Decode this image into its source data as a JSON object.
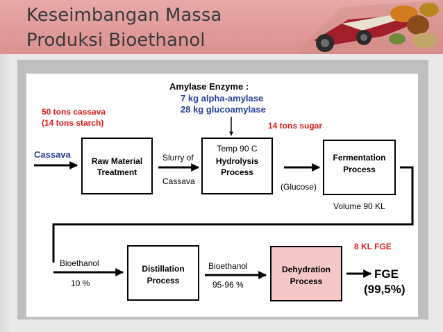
{
  "title": {
    "line1": "Keseimbangan Massa",
    "line2": "Produksi Bioethanol"
  },
  "diagram": {
    "enzyme": {
      "heading": "Amylase Enzyme :",
      "item1": "7 kg alpha-amylase",
      "item2": "28 kg glucoamylase"
    },
    "input": {
      "line1": "50 tons cassava",
      "line2": "(14 tons starch)",
      "label": "Cassava"
    },
    "raw_material": {
      "line1": "Raw Material",
      "line2": "Treatment"
    },
    "slurry": {
      "line1": "Slurry of",
      "line2": "Cassava"
    },
    "hydrolysis": {
      "temp": "Temp 90 C",
      "line1": "Hydrolysis",
      "line2": "Process"
    },
    "sugar": {
      "amount": "14 tons sugar",
      "note": "(Glucose)"
    },
    "fermentation": {
      "line1": "Fermentation",
      "line2": "Process",
      "volume": "Volume 90 KL"
    },
    "bioethanol1": {
      "label": "Bioethanol",
      "pct": "10 %"
    },
    "distillation": {
      "line1": "Distillation",
      "line2": "Process"
    },
    "bioethanol2": {
      "label": "Bioethanol",
      "pct": "95-96 %"
    },
    "dehydration": {
      "line1": "Dehydration",
      "line2": "Process"
    },
    "output": {
      "kl": "8 KL FGE",
      "label": "FGE",
      "pct": "(99,5%)"
    }
  },
  "colors": {
    "title_band": "#de9696",
    "red_text": "#e01b1b",
    "blue_text": "#2a3f9c",
    "dehydration_fill": "#f5c8c8",
    "frame": "#bfbfbf"
  }
}
